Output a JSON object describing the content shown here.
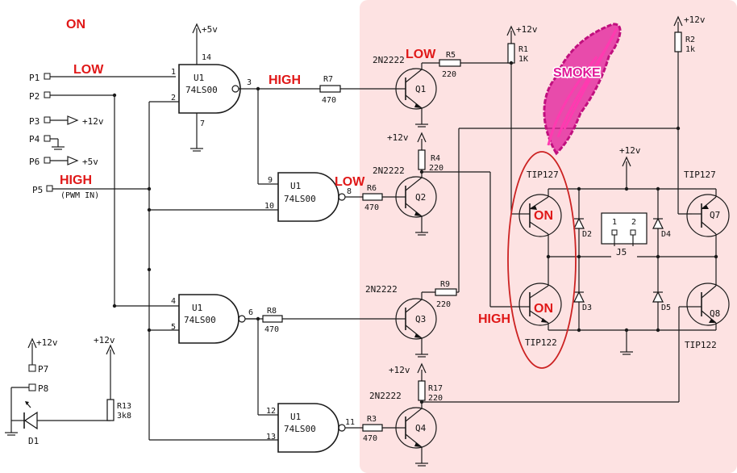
{
  "colors": {
    "highlight_region": "#fde2e2",
    "annotation_red": "#e01818",
    "smoke_magenta": "#e0189a",
    "ring_red": "#cc2222"
  },
  "annotations": {
    "top_on": "ON",
    "p1_state": "LOW",
    "p5_state": "HIGH",
    "gate3_out": "HIGH",
    "q1_base": "LOW",
    "gate8_out": "LOW",
    "q3_side": "HIGH",
    "smoke": "SMOKE",
    "tip127_state": "ON",
    "tip122_state": "ON"
  },
  "ports": {
    "p1": "P1",
    "p2": "P2",
    "p3": "P3",
    "p3_v": "+12v",
    "p4": "P4",
    "p6": "P6",
    "p6_v": "+5v",
    "p5": "P5",
    "p5_note": "(PWM IN)",
    "p7": "P7",
    "p7_v": "+12v",
    "p8": "P8"
  },
  "supply": {
    "vcc5": "+5v",
    "pin14": "14",
    "pin7": "7",
    "v12_r1": "+12v",
    "v12_r2": "+12v",
    "v12_q2": "+12v",
    "v12_bridge": "+12v",
    "v12_q4": "+12v",
    "v12_r13": "+12v"
  },
  "gates": {
    "name": "U1",
    "part": "74LS00",
    "g1": {
      "a": "1",
      "b": "2",
      "o": "3"
    },
    "g2": {
      "a": "9",
      "b": "10",
      "o": "8"
    },
    "g3": {
      "a": "4",
      "b": "5",
      "o": "6"
    },
    "g4": {
      "a": "12",
      "b": "13",
      "o": "11"
    }
  },
  "resistors": {
    "r7": "R7",
    "r7v": "470",
    "r6": "R6",
    "r6v": "470",
    "r8": "R8",
    "r8v": "470",
    "r3": "R3",
    "r3v": "470",
    "r5": "R5",
    "r5v": "220",
    "r4": "R4",
    "r4v": "220",
    "r9": "R9",
    "r9v": "220",
    "r17": "R17",
    "r17v": "220",
    "r1": "R1",
    "r1v": "1K",
    "r2": "R2",
    "r2v": "1k",
    "r13": "R13",
    "r13v": "3k8"
  },
  "transistors": {
    "q1": "Q1",
    "q2": "Q2",
    "q3": "Q3",
    "q4": "Q4",
    "q7": "Q7",
    "q8": "Q8",
    "small_type": "2N2222",
    "tip127": "TIP127",
    "tip122": "TIP122"
  },
  "diodes": {
    "d1": "D1",
    "d2": "D2",
    "d3": "D3",
    "d4": "D4",
    "d5": "D5"
  },
  "connector": {
    "name": "J5",
    "pin1": "1",
    "pin2": "2"
  }
}
